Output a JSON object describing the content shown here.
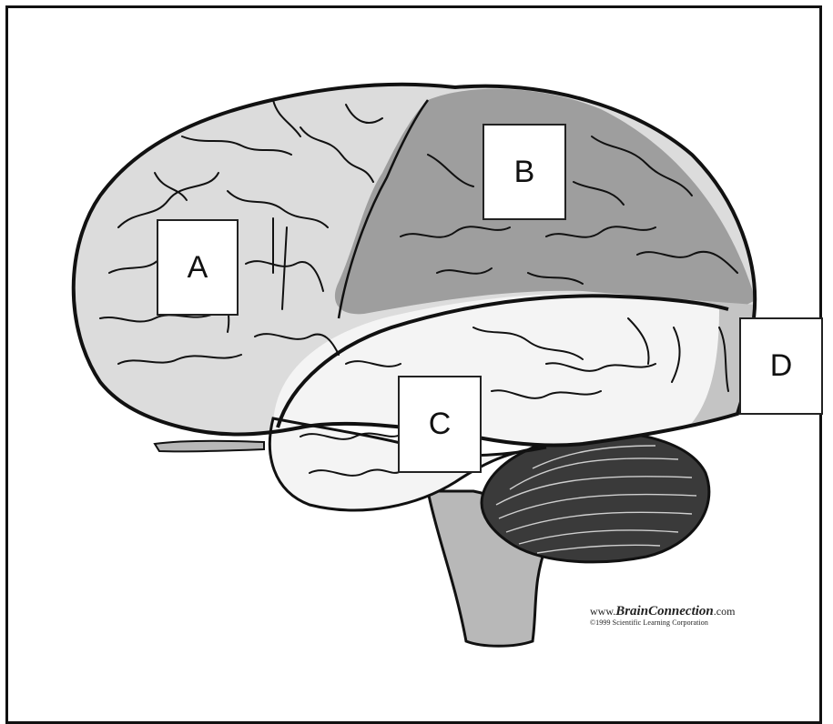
{
  "labels": {
    "a": "A",
    "b": "B",
    "c": "C",
    "d": "D"
  },
  "credit": {
    "prefix": "www.",
    "brand": "BrainConnection",
    "suffix": ".com",
    "copyright": "©1999 Scientific Learning Corporation"
  },
  "colors": {
    "frontal_lobe": "#dcdcdc",
    "parietal_lobe": "#9e9e9e",
    "temporal_lobe": "#f4f4f4",
    "occipital_lobe": "#c4c4c4",
    "cerebellum": "#3a3a3a",
    "brainstem": "#b8b8b8",
    "outline": "#111111"
  }
}
